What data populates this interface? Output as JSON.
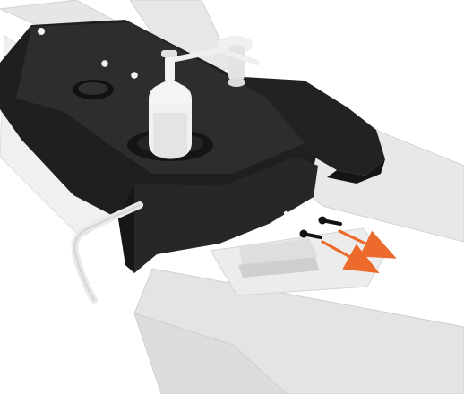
{
  "figure": {
    "kind": "technical-product-illustration",
    "labels": []
  },
  "colors": {
    "background": "#ffffff",
    "housing_dark": "#1c1c1c",
    "housing_mid": "#2b2b2b",
    "housing_edge": "#3a3a3a",
    "frame_light": "#e6e6e6",
    "frame_shadow": "#d2d2d2",
    "bottle_white": "#f1f1f1",
    "bottle_shadow": "#d9d9d9",
    "knob_white": "#efefef",
    "arrow_orange": "#ec6a2c",
    "pin_black": "#111111"
  },
  "icons": [
    "black-bracket-housing",
    "white-bottle-part",
    "white-knob-part",
    "white-side-rod",
    "small-black-pin-a",
    "small-black-pin-b",
    "orange-direction-arrow-a",
    "orange-direction-arrow-b",
    "light-grey-frame"
  ]
}
